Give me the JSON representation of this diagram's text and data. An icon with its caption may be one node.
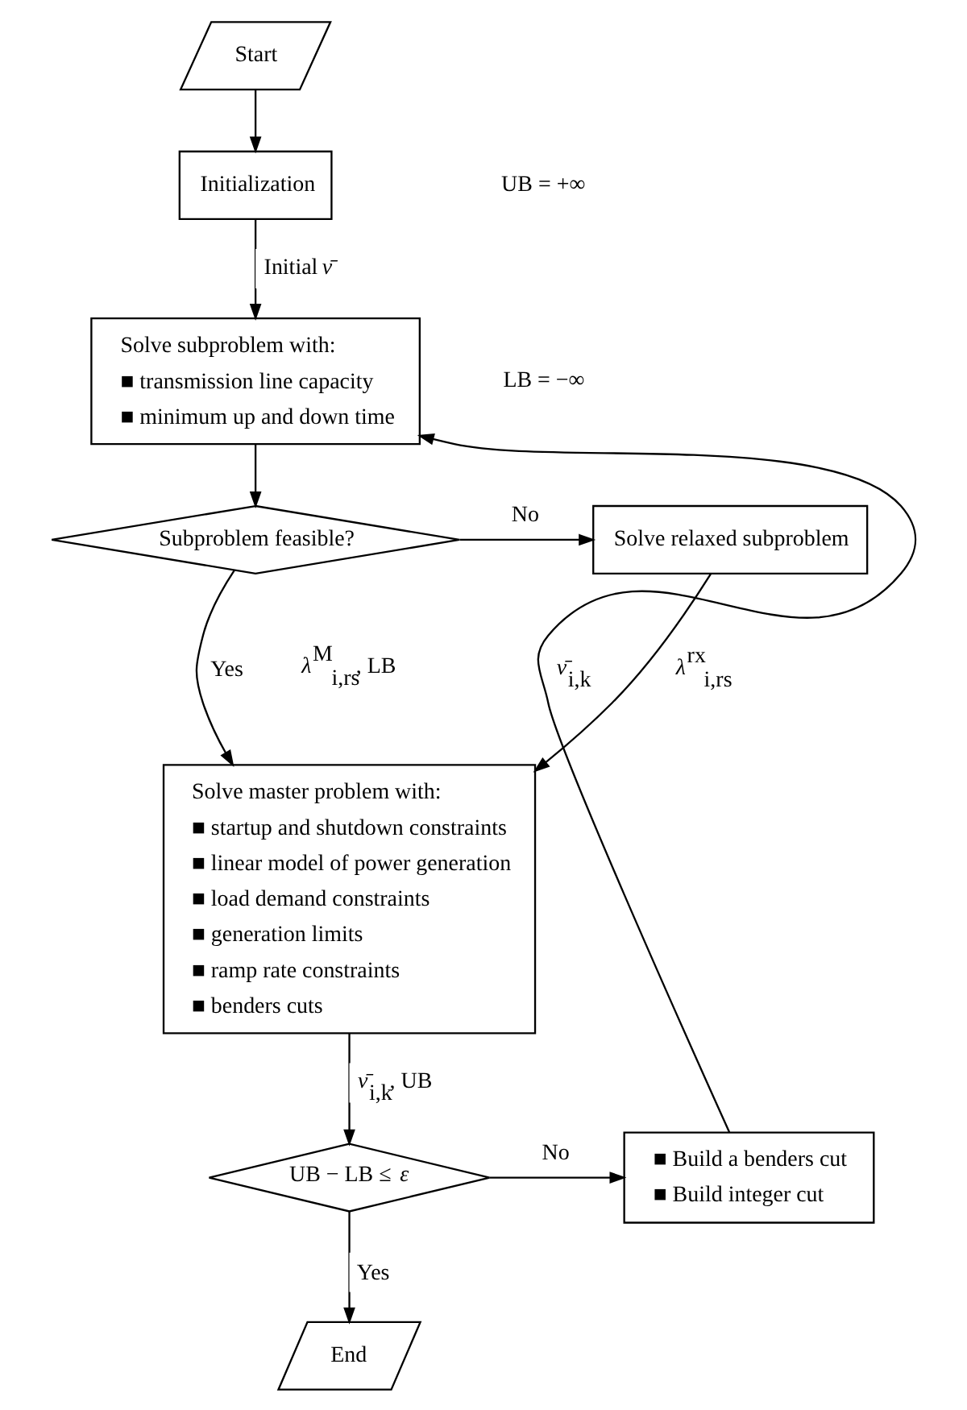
{
  "diagram": {
    "nodes": [
      {
        "text": [
          "Start"
        ]
      },
      {
        "text": [
          "Initialization"
        ]
      },
      {
        "text": [
          "Solve subproblem with:",
          "■ transmission line capacity",
          "■ minimum up and down time"
        ]
      },
      {
        "text": [
          "Subproblem feasible?"
        ]
      },
      {
        "text": [
          "Solve relaxed subproblem"
        ]
      },
      {
        "text": [
          "Solve master problem with:",
          "■ startup and shutdown constraints",
          "■ linear model of power generation",
          "■ load demand constraints",
          "■ generation limits",
          "■ ramp rate constraints",
          "■ benders cuts"
        ]
      },
      {
        "text": [
          "UB − LB ≤ *ε*"
        ]
      },
      {
        "text": [
          "■ Build a benders cut",
          "■ Build integer cut"
        ]
      },
      {
        "text": [
          "End"
        ]
      }
    ],
    "edges": [
      {
        "from": 0,
        "to": 1,
        "arrow": "to"
      },
      {
        "from": 1,
        "to": 2,
        "arrow": "to",
        "label": "Initial *ν̄*"
      },
      {
        "from": 2,
        "to": 3,
        "arrow": "to"
      },
      {
        "from": 3,
        "to": 4,
        "arrow": "to",
        "label": "No"
      },
      {
        "from": 3,
        "to": 5,
        "arrow": "to",
        "label": "Yes"
      },
      {
        "from": 4,
        "to": 5,
        "arrow": "to",
        "label": "*λ*$^{rx}$$_{i,rs}$"
      },
      {
        "from": 5,
        "to": 6,
        "arrow": "to",
        "label": "*ν̄*$_{i,k}$, UB"
      },
      {
        "from": 6,
        "to": 7,
        "arrow": "to",
        "label": "No"
      },
      {
        "from": 7,
        "to": 2,
        "arrow": "to",
        "label": "*ν̄*$_{i,k}$"
      },
      {
        "from": 6,
        "to": 8,
        "arrow": "to",
        "label": "Yes"
      }
    ],
    "labels": [
      "UB = +∞",
      "LB = −∞",
      "*λ*$^{M}$$_{i,rs}$, LB"
    ]
  }
}
